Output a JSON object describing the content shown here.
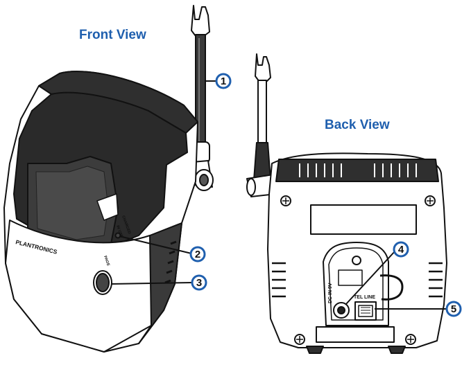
{
  "titles": {
    "front": "Front View",
    "back": "Back View"
  },
  "callouts": [
    "1",
    "2",
    "3",
    "4",
    "5"
  ],
  "device_labels": {
    "brand": "PLANTRONICS",
    "charged": "CHARGED",
    "in_use": "IN USE",
    "page": "PAGE",
    "dc_in": "DC IN 9V",
    "tel_line": "TEL LINE"
  },
  "colors": {
    "title": "#1f5fae",
    "callout_ring": "#1f5fae",
    "line": "#111111",
    "device_dark": "#2a2a2a"
  }
}
